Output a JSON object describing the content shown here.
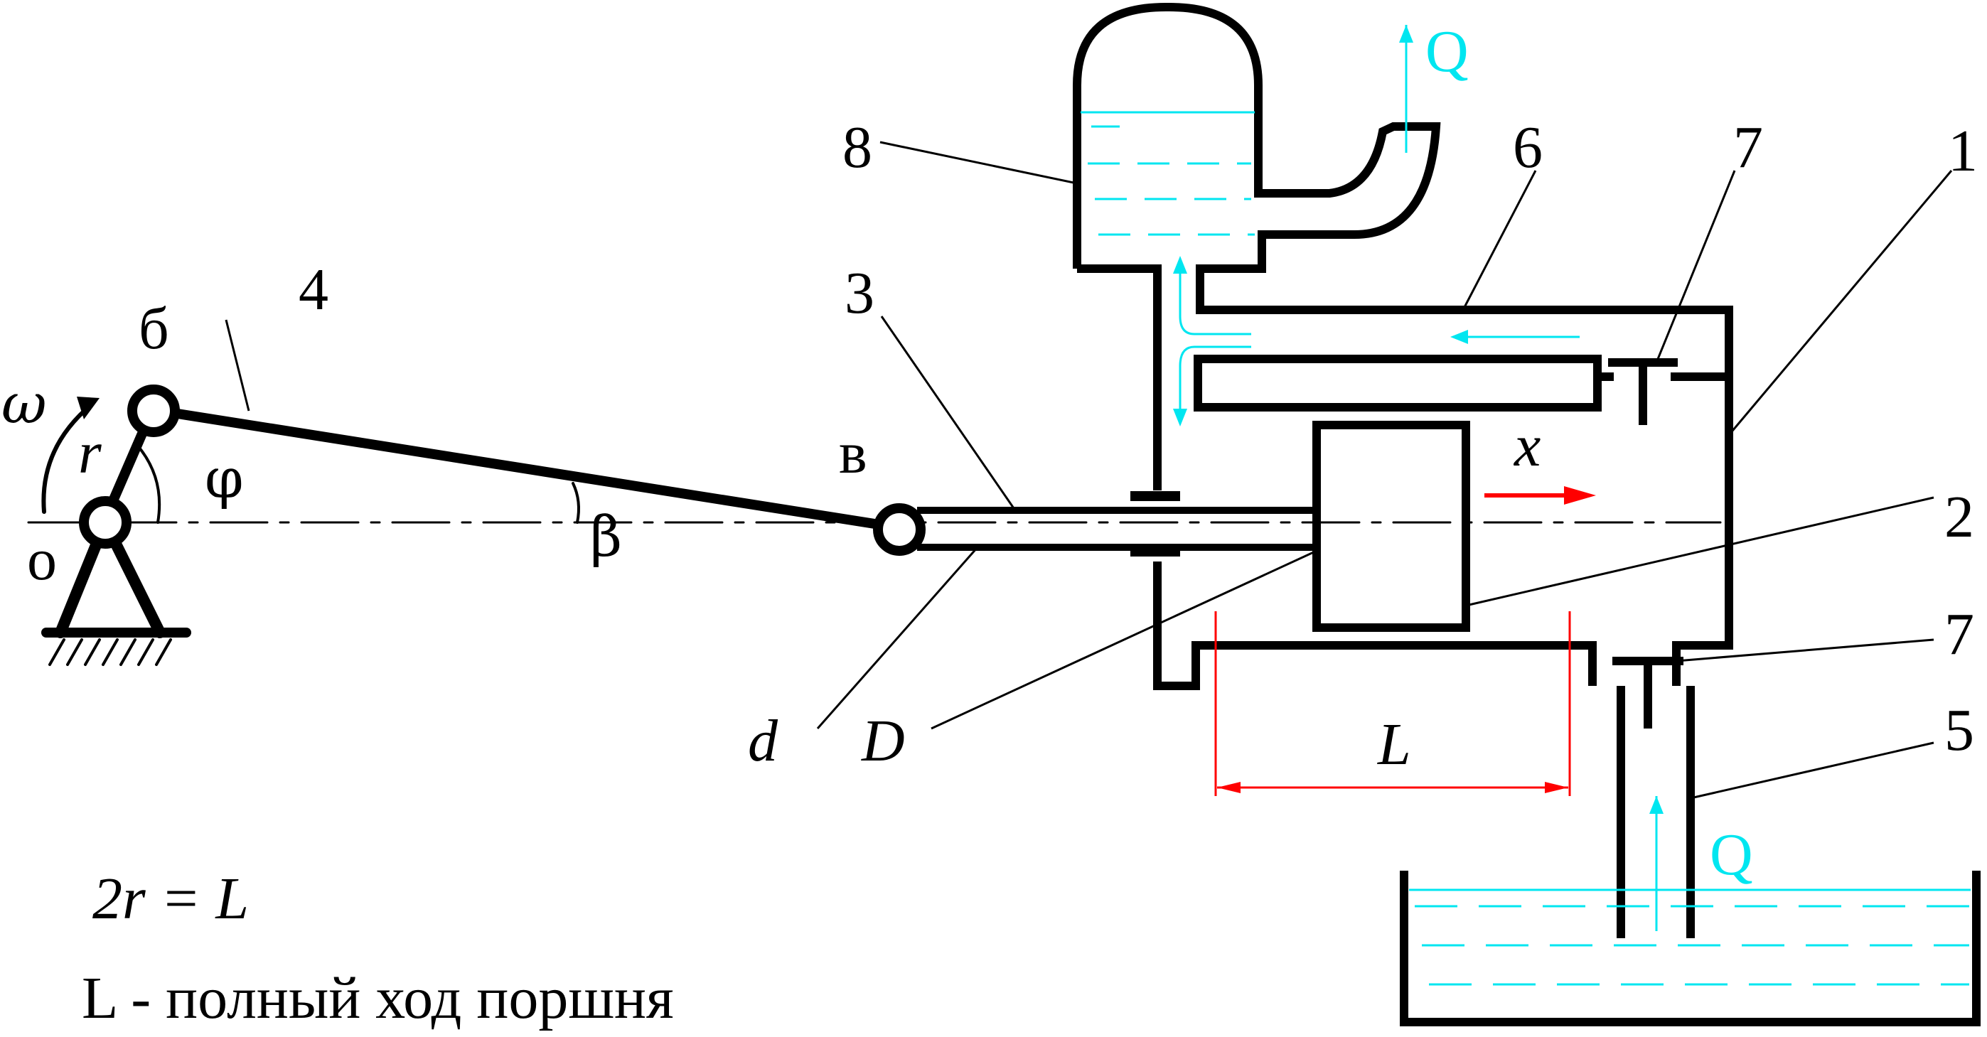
{
  "diagram": {
    "number_labels": {
      "n1": "1",
      "n2": "2",
      "n3": "3",
      "n4": "4",
      "n5": "5",
      "n6": "6",
      "n7_top": "7",
      "n7_bottom": "7",
      "n8": "8"
    },
    "point_labels": {
      "o": "o",
      "b": "б",
      "v": "в"
    },
    "symbols": {
      "omega": "ω",
      "r": "r",
      "phi": "φ",
      "beta": "β",
      "d": "d",
      "D": "D",
      "L": "L",
      "x": "x",
      "Q_top": "Q",
      "Q_bottom": "Q"
    },
    "notes": {
      "relation": "2r = L",
      "definition": "L - полный ход поршня"
    },
    "colors": {
      "line": "#000000",
      "water": "#00e6f0",
      "dimension": "#ff0000"
    }
  }
}
